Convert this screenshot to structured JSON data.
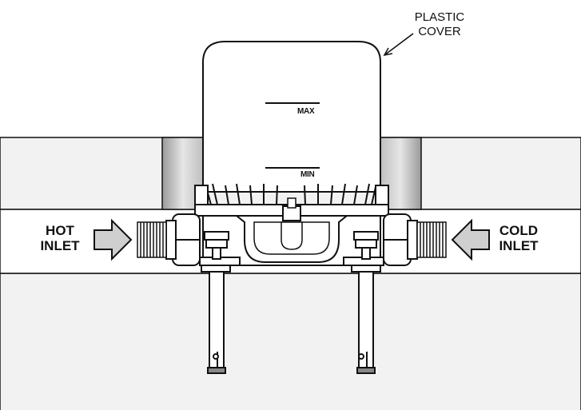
{
  "callout": {
    "line1": "PLASTIC",
    "line2": "COVER"
  },
  "marks": {
    "max": "MAX",
    "min": "MIN"
  },
  "inlets": {
    "hot": {
      "line1": "HOT",
      "line2": "INLET"
    },
    "cold": {
      "line1": "COLD",
      "line2": "INLET"
    }
  },
  "colors": {
    "stroke": "#111111",
    "wall": "#f2f2f2",
    "recess": "#c8c8c8",
    "arrow_fill": "#cfcfcf"
  }
}
